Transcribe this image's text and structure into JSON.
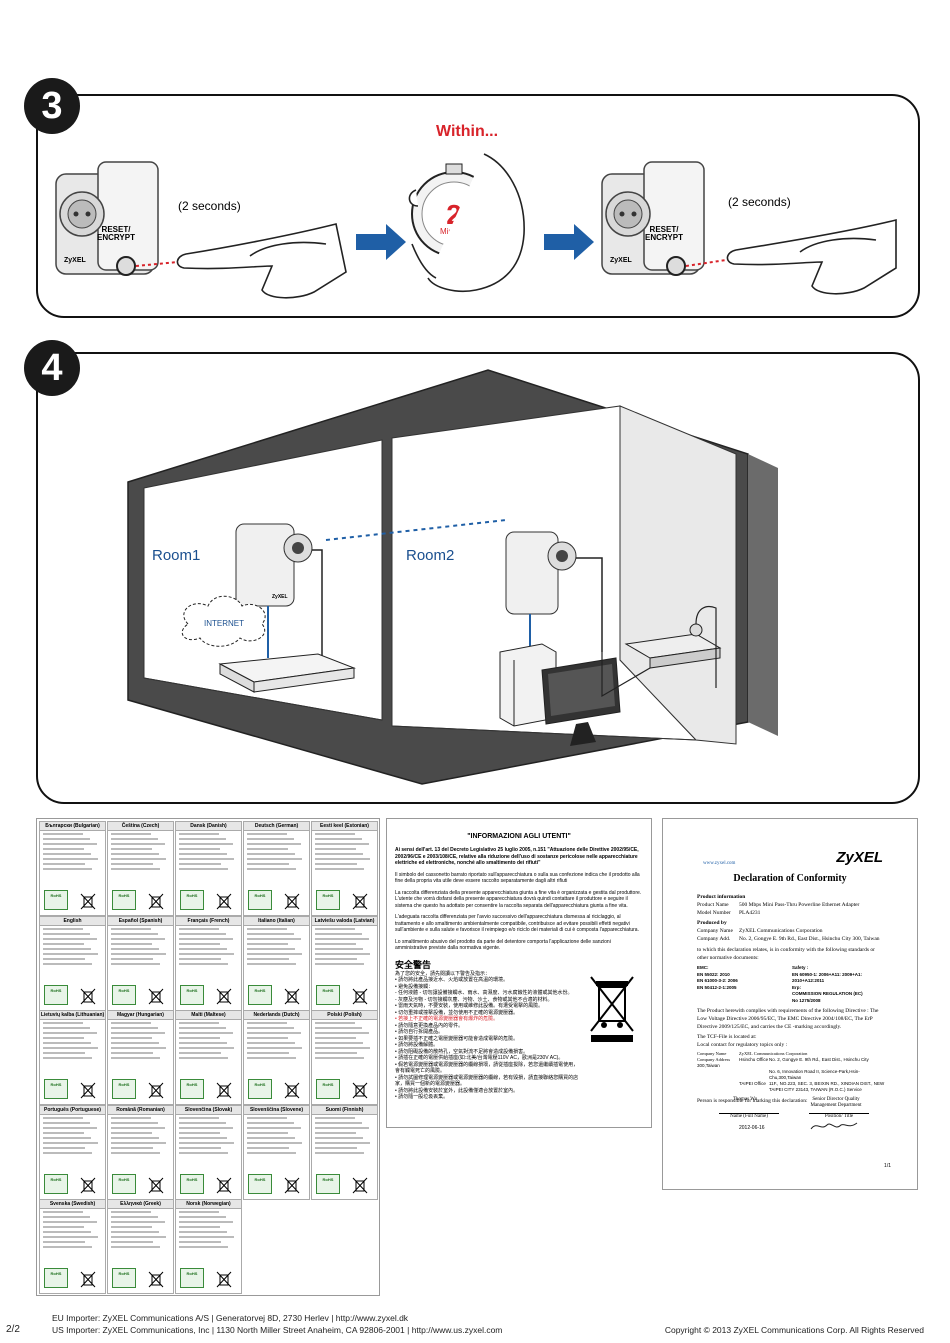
{
  "step3": {
    "number": "3",
    "within_label": "Within...",
    "timer_number": "2",
    "timer_unit": "Minutes",
    "press_duration_left": "(2 seconds)",
    "press_duration_right": "(2 seconds)",
    "reset_label_line1": "RESET/",
    "reset_label_line2": "ENCRYPT",
    "brand_on_device": "ZyXEL"
  },
  "step4": {
    "number": "4",
    "room1_label": "Room1",
    "room2_label": "Room2",
    "internet_label": "INTERNET"
  },
  "declaration_sheet": {
    "languages": [
      "Български (Bulgarian)",
      "Čeština (Czech)",
      "Dansk (Danish)",
      "Deutsch (German)",
      "Eesti keel (Estonian)",
      "English",
      "Español (Spanish)",
      "Français (French)",
      "Italiano (Italian)",
      "Latviešu valoda (Latvian)",
      "Lietuvių kalba (Lithuanian)",
      "Magyar (Hungarian)",
      "Malti (Maltese)",
      "Nederlands (Dutch)",
      "Polski (Polish)",
      "Português (Portuguese)",
      "Română (Romanian)",
      "Slovenčina (Slovak)",
      "Slovenščina (Slovene)",
      "Suomi (Finnish)",
      "Svenska (Swedish)",
      "Ελληνικά (Greek)",
      "Norsk (Norwegian)"
    ],
    "rohs_label": "RoHS"
  },
  "italian_notice": {
    "title": "\"INFORMAZIONI AGLI UTENTI\"",
    "bold_intro": "Ai sensi dell'art. 13 del Decreto Legislativo 25 luglio 2005, n.151 \"Attuazione delle Direttive 2002/95/CE, 2002/96/CE e 2003/108/CE, relative alla riduzione dell'uso di sostanze pericolose nelle apparecchiature elettriche ed elettroniche, nonché allo smaltimento dei rifiuti\"",
    "para1": "Il simbolo del cassonetto barrato riportato sull'apparecchiatura o sulla sua confezione indica che il prodotto alla fine della propria vita utile deve essere raccolto separatamente dagli altri rifiuti",
    "para2": "La raccolta differenziata della presente apparecchiatura giunta a fine vita è organizzata e gestita dal produttore. L'utente che vorrà disfarsi della presente apparecchiatura dovrà quindi contattare il produttore e seguire il sistema che questo ha adottato per consentire la raccolta separata dell'apparecchiatura giunta a fine vita.",
    "para3": "L'adeguata raccolta differenziata per l'avvio successivo dell'apparecchiatura dismessa al riciclaggio, al trattamento e allo smaltimento ambientalmente compatibile, contribuisce ad evitare possibili effetti negativi sull'ambiente e sulla salute e favorisce il reimpiego e/o riciclo dei materiali di cui è composta l'apparecchiatura.",
    "para4": "Lo smaltimento abusivo del prodotto da parte del detentore comporta l'applicazione delle sanzioni amministrative previste dalla normativa vigente.",
    "safety_title": "安全警告",
    "safety_lines": [
      "為了您的安全，請先閱讀以下警告及指示：",
      "• 請勿將此產品接近水、火焰或放置在高溫的環境。",
      "• 避免設備接觸：",
      "  - 任何液體 - 切勿讓設備接觸水、雨水、高濕度、污水腐蝕性的液體或其他水份。",
      "  - 灰塵及污物 - 切勿接觸灰塵、污物、沙土、食物或其他不合適的材料。",
      "• 雷雨天氣時，不要安裝，使用或維修此設備。有遭受電擊的風險。",
      "• 切勿重摔或撞擊設備，並勿使用不正確的電源變壓器。",
      "• 若接上不正確的電源變壓器會有爆炸的危險。",
      "• 請勿隨意更換產品內的零件。",
      "• 請勿自行拆開產品。",
      "• 如果要插不正確之電壓變壓器可能會造成電擊的危險。",
      "• 請勿將設備解體。",
      "• 請勿阻礙設備的散熱孔，空氣對流不足將會造成設備損害。",
      "• 請插在正確的電壓供給插座(如:北美/台灣電壓110V AC，歐洲是230V AC)。",
      "• 假若電源變壓器或電源變壓器的纜線損壞，請從插座拔除，若您還繼續插電使用，會有觸電死亡的風險。",
      "• 請勿試圖修理電源變壓器或電源變壓器的纜線，若有毀損，請直接聯絡您購買的店家，購買一個新的電源變壓器。",
      "• 請勿將此設備安裝於室外，此設備僅適合放置於室內。",
      "• 請勿隨一般垃圾丟棄。"
    ]
  },
  "conformity": {
    "site": "www.zyxel.com",
    "brand": "ZyXEL",
    "title": "Declaration of Conformity",
    "product_info_label": "Product information",
    "product_name_label": "Product Name",
    "product_name": "500 Mbps Mini Pass-Thru Powerline Ethernet Adapter",
    "model_number_label": "Model Number",
    "model_number": "PLA4231",
    "produced_by_label": "Produced by",
    "company_name_label": "Company Name",
    "company_name": "ZyXEL Communications Corporation",
    "company_addr_label": "Company Add.",
    "company_addr": "No. 2, Gongye E. 9th Rd., East Dist., Hsinchu City 300, Taiwan",
    "statement": "to which this declaration relates, is in conformity with the following standards or other normative documents:",
    "emc_label": "EMC:",
    "emc_items": [
      "EN 55022: 2010",
      "EN 61000-3-2: 2006",
      "EN 50412-2-1:2005"
    ],
    "safety_label": "Safety :",
    "safety_items": [
      "EN 60950-1: 2006+A11: 2009+A1:",
      "2010+A12:2011",
      "Erp:",
      "COMMISSION REGULATION (EC)",
      "No 1275/2008"
    ],
    "directives": "The Product herewith complies with requirements of the following Directive : The Low Voltage Directive 2006/95/EC, The EMC Directive 2004/108/EC, The ErP Directive 2009/125/EC, and carries the CE -marking accordingly.",
    "tcf_label": "The TCF-File is located at:",
    "local_contact": "Local contact for regulatory topics only :",
    "contact_company_label": "Company Name",
    "contact_company": "ZyXEL Communications Corporation",
    "contact_address_label": "Company Address",
    "hsinchu_office_label": "Hsinchu Office",
    "hsinchu_office": "No. 2, Gongye E. 9th Rd., East Dist., Hsinchu City 300,Taiwan",
    "hsinchu_office_2": "No. 6, Innovation Road II, Science-Park,Hsin-Chu,300,Taiwan",
    "taipei_office_label": "TAIPEI Office",
    "taipei_office": "11F., NO.223, SEC. 3, BEIXIN RD., XINDIAN DIST., NEW TAIPEI CITY 23143, TAIWAN (R.O.C.) Service",
    "responsible": "Person is responsible for marking this declaration:",
    "signer_name": "Thomas Wu",
    "signer_title": "Senior Director Quality Management Department",
    "name_label": "Name (Full Name)",
    "position_label": "Position/ Title",
    "date": "2012-06-16",
    "page": "1/1"
  },
  "footer": {
    "page": "2/2",
    "eu_importer": "EU Importer: ZyXEL Communications A/S | Generatorvej 8D, 2730 Herlev | http://www.zyxel.dk",
    "us_importer": "US Importer: ZyXEL Communications, Inc | 1130 North Miller Street Anaheim, CA 92806-2001 | http://www.us.zyxel.com",
    "copyright": "Copyright © 2013 ZyXEL Communications Corp. All Rights Reserved"
  },
  "colors": {
    "accent_red": "#d8232a",
    "arrow_blue": "#1f5fa6",
    "room_blue": "#1a4f8f",
    "dark": "#1a1a1a"
  }
}
